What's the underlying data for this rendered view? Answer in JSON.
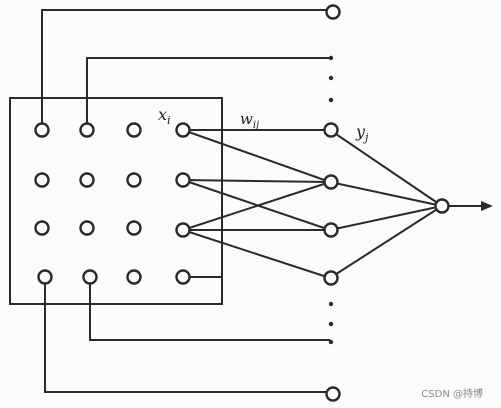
{
  "labels": {
    "input": "x",
    "input_sub": "i",
    "weight": "w",
    "weight_sub": "ij",
    "output": "y",
    "output_sub": "j"
  },
  "watermark": "CSDN @持博",
  "colors": {
    "ink": "#2a2a2a",
    "paper": "#fbfbf9"
  }
}
